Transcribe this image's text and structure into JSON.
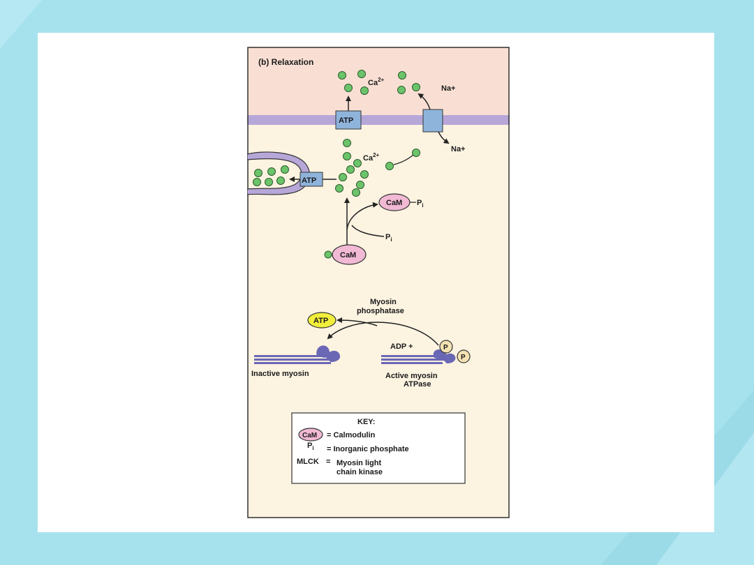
{
  "figure": {
    "panel_title": "(b) Relaxation",
    "ions": {
      "calcium_outside": "Ca",
      "calcium_outside_sup": "2+",
      "calcium_inside": "Ca",
      "calcium_inside_sup": "2+",
      "sodium_outside": "Na+",
      "sodium_inside": "Na+"
    },
    "pumps": {
      "membrane_atp": "ATP",
      "reticulum_atp": "ATP"
    },
    "calmodulin": {
      "cam_upper": "CaM",
      "pi_upper": "P",
      "pi_upper_sub": "i",
      "pi_middle": "P",
      "pi_middle_sub": "i",
      "cam_lower": "CaM"
    },
    "myosin": {
      "enzyme_line1": "Myosin",
      "enzyme_line2": "phosphatase",
      "atp_product": "ATP",
      "adp_plus": "ADP +",
      "phosphate_p1": "P",
      "phosphate_p2": "P",
      "inactive_label": "Inactive myosin",
      "active_line1": "Active myosin",
      "active_line2": "ATPase"
    },
    "key": {
      "title": "KEY:",
      "cam_symbol": "CaM",
      "cam_def": "= Calmodulin",
      "pi_symbol": "P",
      "pi_symbol_sub": "i",
      "pi_def": "= Inorganic phosphate",
      "mlck_symbol": "MLCK",
      "mlck_eq": "=",
      "mlck_def_line1": "Myosin light",
      "mlck_def_line2": "chain kinase"
    },
    "colors": {
      "ecf": "#f9dfd3",
      "icf": "#fcf3e1",
      "membrane": "#b7a7d8",
      "pump": "#8fb4dc",
      "ion": "#6cc46a",
      "cam": "#f1b9d4",
      "atp_bubble": "#f1ee3c",
      "myosin": "#6a67b5",
      "phosphate": "#f4e2b2"
    }
  }
}
